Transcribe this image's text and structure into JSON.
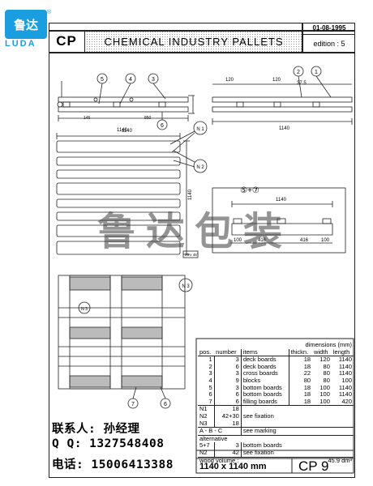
{
  "logo": {
    "chinese": "鲁达",
    "latin": "LUDA",
    "reg": "®"
  },
  "header": {
    "code": "CP",
    "title": "CHEMICAL  INDUSTRY  PALLETS",
    "date": "01-08-1995",
    "edition": "edition : 5"
  },
  "dims": {
    "top_left": {
      "d1": "1140",
      "d2": "145",
      "d3": "850"
    },
    "top_right": {
      "d1": "120",
      "d2": "37.5",
      "d3": "120",
      "d4": "1140"
    },
    "plan": {
      "width": "1140",
      "height": "1140"
    },
    "section": {
      "title": "⑤+⑦",
      "length": "1140",
      "d1": "100",
      "d2": "416",
      "d3": "416",
      "d4": "100"
    },
    "scale_note": "25 x 45°"
  },
  "callouts": {
    "c1": "1",
    "c2": "2",
    "c3": "3",
    "c4": "4",
    "c5": "5",
    "c6": "6",
    "c7": "7",
    "n1": "N 1",
    "n2": "N 2",
    "n3": "N 3"
  },
  "table": {
    "header": {
      "dimensions": "dimensions (mm)",
      "pos": "pos.",
      "number": "number",
      "items": "items",
      "thick": "thickn.",
      "width": "width",
      "length": "length"
    },
    "rows": [
      {
        "pos": "1",
        "num": "3",
        "item": "deck boards",
        "t": "18",
        "w": "120",
        "l": "1140"
      },
      {
        "pos": "2",
        "num": "6",
        "item": "deck boards",
        "t": "18",
        "w": "80",
        "l": "1140"
      },
      {
        "pos": "3",
        "num": "3",
        "item": "cross boards",
        "t": "22",
        "w": "80",
        "l": "1140"
      },
      {
        "pos": "4",
        "num": "9",
        "item": "blocks",
        "t": "80",
        "w": "80",
        "l": "100"
      },
      {
        "pos": "5",
        "num": "3",
        "item": "bottom boards",
        "t": "18",
        "w": "100",
        "l": "1140"
      },
      {
        "pos": "6",
        "num": "6",
        "item": "bottom boards",
        "t": "18",
        "w": "100",
        "l": "1140"
      },
      {
        "pos": "7",
        "num": "6",
        "item": "filling boards",
        "t": "18",
        "w": "100",
        "l": "420"
      }
    ],
    "n_rows": [
      {
        "pos": "N1",
        "num": "18",
        "item": ""
      },
      {
        "pos": "N2",
        "num": "42+30",
        "item": "see fixation"
      },
      {
        "pos": "N3",
        "num": "18",
        "item": ""
      }
    ],
    "marking": {
      "pos": "A - B - C",
      "item": "see marking"
    },
    "alternative": "alternative",
    "alt_rows": [
      {
        "pos": "5+7",
        "num": "3",
        "item": "bottom boards"
      },
      {
        "pos": "N2",
        "num": "42",
        "item": "see fixation"
      }
    ],
    "volume_label": "wood volume :",
    "volume_value": "45.9 dm³"
  },
  "footer": {
    "size": "1140 x 1140  mm",
    "code": "CP 9"
  },
  "contact": {
    "person": "联系人: 孙经理",
    "qq": "Q Q:  1327548408",
    "phone": "电话: 15006413388"
  },
  "watermark": [
    "鲁",
    "达",
    "包",
    "装"
  ]
}
